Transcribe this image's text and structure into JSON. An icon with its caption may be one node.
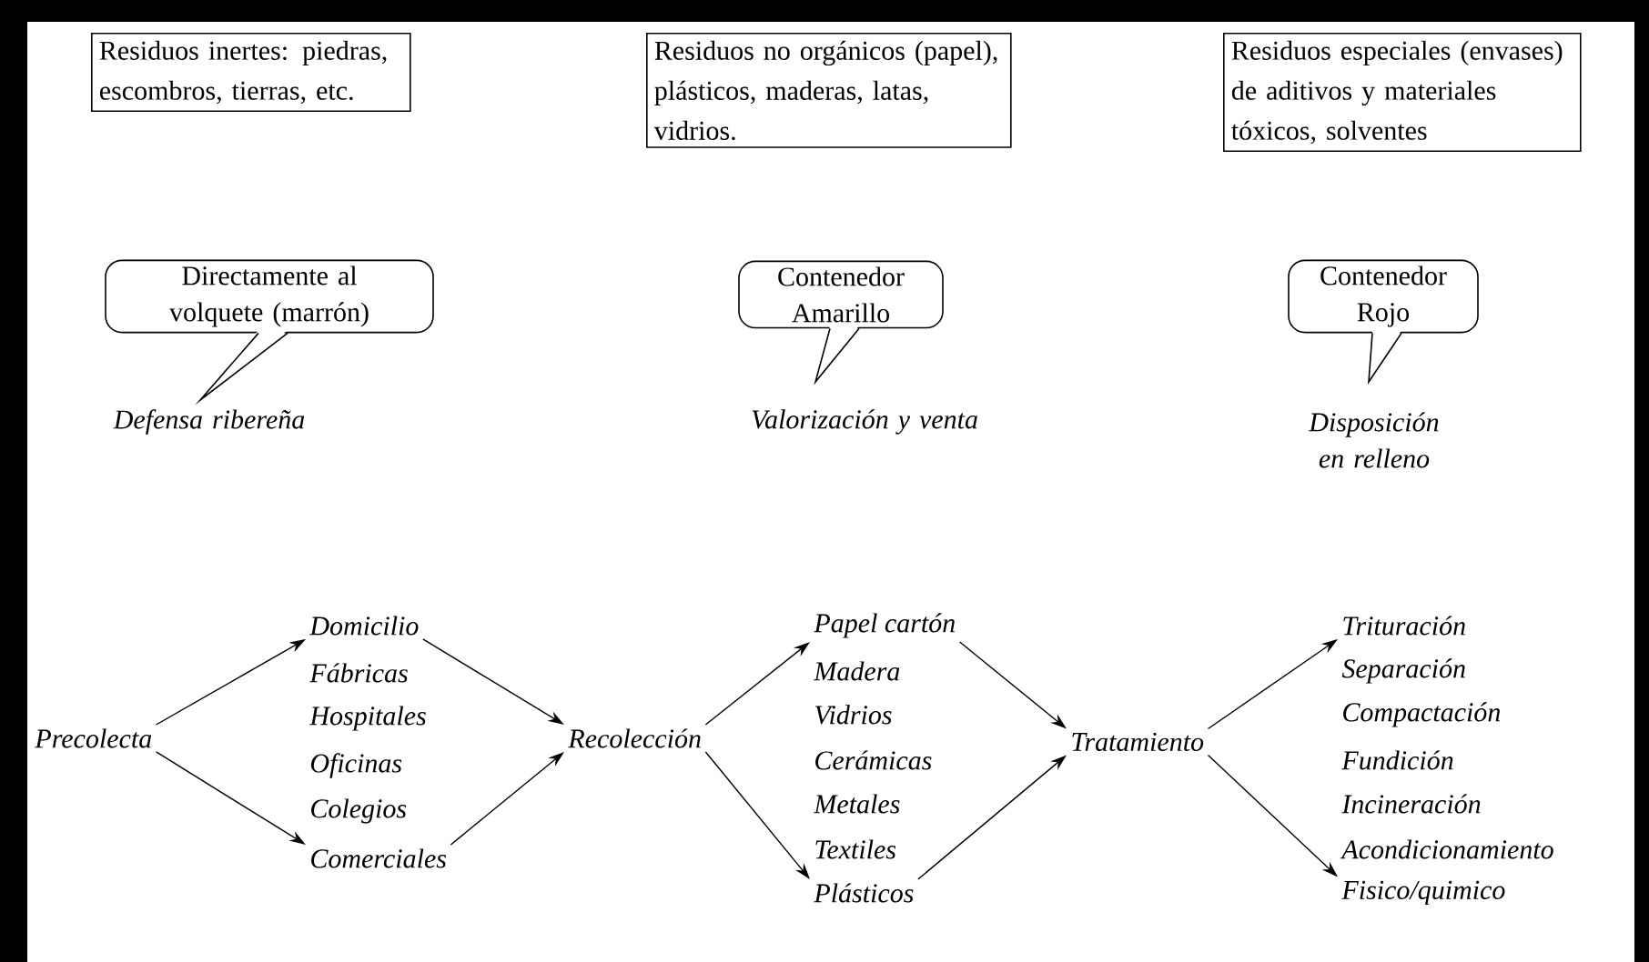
{
  "diagram": {
    "nodes": [
      {
        "text": [
          "Residuos inertes: piedras, escombros, tierras, etc."
        ]
      },
      {
        "text": [
          "Residuos no orgánicos (papel), plásticos, maderas, latas, vidrios."
        ]
      },
      {
        "text": [
          "Residuos especiales (envases) de aditivos y materiales tóxicos, solventes"
        ]
      },
      {
        "text": [
          "Directamente al volquete (marrón)"
        ]
      },
      {
        "text": [
          "Contenedor Amarillo"
        ]
      },
      {
        "text": [
          "Contenedor Rojo"
        ]
      },
      {
        "text": [
          "Precolecta"
        ]
      },
      {
        "text": [
          "Domicilio"
        ]
      },
      {
        "text": [
          "Fábricas"
        ]
      },
      {
        "text": [
          "Hospitales"
        ]
      },
      {
        "text": [
          "Oficinas"
        ]
      },
      {
        "text": [
          "Colegios"
        ]
      },
      {
        "text": [
          "Comerciales"
        ]
      },
      {
        "text": [
          "Recolección"
        ]
      },
      {
        "text": [
          "Papel cartón"
        ]
      },
      {
        "text": [
          "Madera"
        ]
      },
      {
        "text": [
          "Vidrios"
        ]
      },
      {
        "text": [
          "Cerámicas"
        ]
      },
      {
        "text": [
          "Metales"
        ]
      },
      {
        "text": [
          "Textiles"
        ]
      },
      {
        "text": [
          "Plásticos"
        ]
      },
      {
        "text": [
          "Tratamiento"
        ]
      },
      {
        "text": [
          "Trituración"
        ]
      },
      {
        "text": [
          "Separación"
        ]
      },
      {
        "text": [
          "Compactación"
        ]
      },
      {
        "text": [
          "Fundición"
        ]
      },
      {
        "text": [
          "Incineración"
        ]
      },
      {
        "text": [
          "Acondicionamiento"
        ]
      },
      {
        "text": [
          "Fisico/quimico"
        ]
      }
    ],
    "edges": [
      {
        "from": 6,
        "to": 7,
        "arrow": "to"
      },
      {
        "from": 6,
        "to": 12,
        "arrow": "to"
      },
      {
        "from": 7,
        "to": 13,
        "arrow": "to"
      },
      {
        "from": 12,
        "to": 13,
        "arrow": "to"
      },
      {
        "from": 13,
        "to": 14,
        "arrow": "to"
      },
      {
        "from": 13,
        "to": 20,
        "arrow": "to"
      },
      {
        "from": 14,
        "to": 21,
        "arrow": "to"
      },
      {
        "from": 20,
        "to": 21,
        "arrow": "to"
      },
      {
        "from": 21,
        "to": 22,
        "arrow": "to"
      },
      {
        "from": 21,
        "to": 28,
        "arrow": "to"
      }
    ],
    "labels": [
      "Defensa ribereña",
      "Valorización y venta",
      "Disposición en relleno"
    ]
  }
}
